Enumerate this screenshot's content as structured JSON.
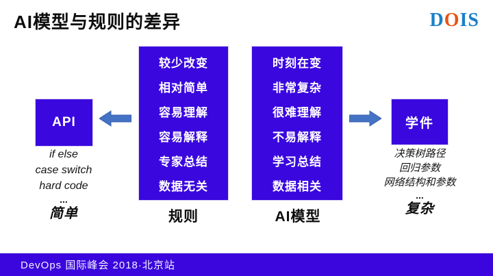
{
  "slide": {
    "title": "AI模型与规则的差异",
    "logo": {
      "d": "D",
      "o": "O",
      "is": "IS"
    },
    "left_column": {
      "items": [
        "较少改变",
        "相对简单",
        "容易理解",
        "容易解释",
        "专家总结",
        "数据无关"
      ],
      "label": "规则"
    },
    "right_column": {
      "items": [
        "时刻在变",
        "非常复杂",
        "很难理解",
        "不易解释",
        "学习总结",
        "数据相关"
      ],
      "label": "AI模型"
    },
    "left_side": {
      "box_label": "API",
      "notes": [
        "if else",
        "case switch",
        "hard code"
      ],
      "ellipsis": "...",
      "summary": "简单"
    },
    "right_side": {
      "box_label": "学件",
      "notes": [
        "决策树路径",
        "回归参数",
        "网络结构和参数"
      ],
      "ellipsis": "...",
      "summary": "复杂"
    },
    "footer": {
      "text": "DevOps 国际峰会 2018·北京站"
    },
    "colors": {
      "box_purple": "#3A07DF",
      "footer_purple": "#3A06DD",
      "arrow_blue": "#4472C4",
      "logo_blue": "#1A7FC9",
      "logo_orange": "#E65513"
    }
  }
}
